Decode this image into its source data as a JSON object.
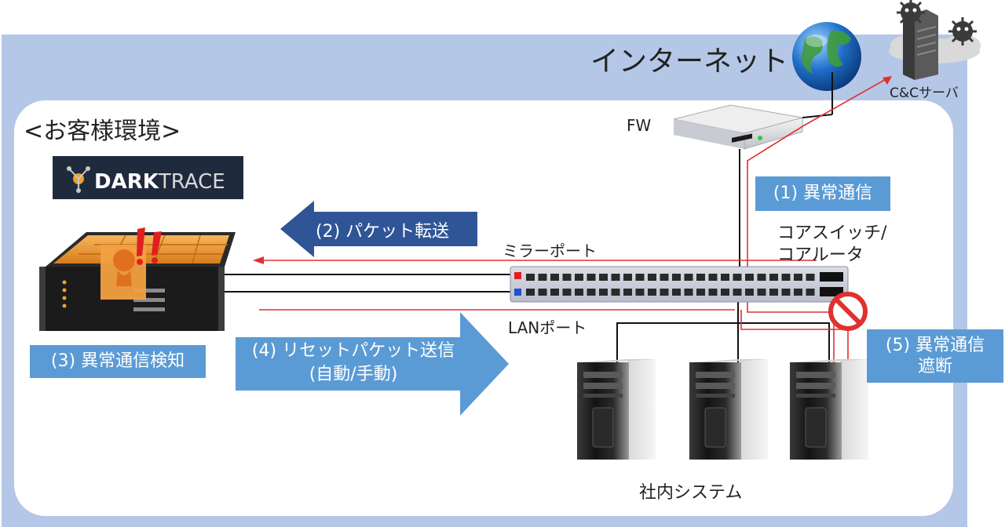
{
  "internet_label": "インターネット",
  "cc_server_label": "C&Cサーバ",
  "customer_env_label": "<お客様環境>",
  "fw_label": "FW",
  "logo": {
    "text_bold": "DARK",
    "text_light": "TRACE"
  },
  "step1": "(1) 異常通信",
  "step2": "(2) パケット転送",
  "step3": "(3) 異常通信検知",
  "step4": {
    "line1": "(4) リセットパケット送信",
    "line2": "(自動/手動)"
  },
  "step5": {
    "line1": "(5) 異常通信",
    "line2": "遮断"
  },
  "core_switch_label": {
    "line1": "コアスイッチ/",
    "line2": "コアルータ"
  },
  "mirror_port_label": "ミラーポート",
  "lan_port_label": "LANポート",
  "internal_systems_label": "社内システム",
  "colors": {
    "outer_bg": "#b4c7e7",
    "inner_bg": "#ffffff",
    "step_box": "#5b9bd5",
    "arrow_dark": "#2f5597",
    "alert_red": "#e03030",
    "logo_bg": "#1f2b3d"
  }
}
